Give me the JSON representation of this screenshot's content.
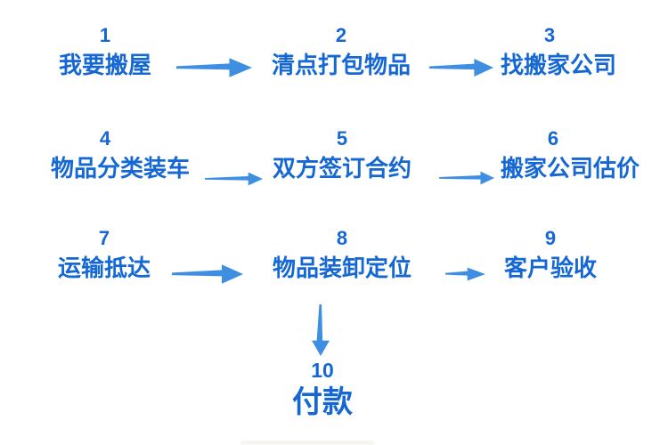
{
  "colors": {
    "step_text": "#1568d3",
    "arrow": "#3e8ee2",
    "background": "#ffffff"
  },
  "steps": [
    {
      "number": "1",
      "label": "我要搬屋"
    },
    {
      "number": "2",
      "label": "清点打包物品"
    },
    {
      "number": "3",
      "label": "找搬家公司"
    },
    {
      "number": "4",
      "label": "物品分类装车"
    },
    {
      "number": "5",
      "label": "双方签订合约"
    },
    {
      "number": "6",
      "label": "搬家公司估价"
    },
    {
      "number": "7",
      "label": "运输抵达"
    },
    {
      "number": "8",
      "label": "物品装卸定位"
    },
    {
      "number": "9",
      "label": "客户验收"
    },
    {
      "number": "10",
      "label": "付款"
    }
  ],
  "connections": [
    {
      "from": "1",
      "to": "2",
      "icon": "arrow-right-icon"
    },
    {
      "from": "2",
      "to": "3",
      "icon": "arrow-right-icon"
    },
    {
      "from": "4",
      "to": "5",
      "icon": "arrow-right-icon"
    },
    {
      "from": "5",
      "to": "6",
      "icon": "arrow-right-icon"
    },
    {
      "from": "7",
      "to": "8",
      "icon": "arrow-right-icon"
    },
    {
      "from": "8",
      "to": "9",
      "icon": "arrow-right-icon"
    },
    {
      "from": "8",
      "to": "10",
      "icon": "arrow-down-icon"
    }
  ]
}
